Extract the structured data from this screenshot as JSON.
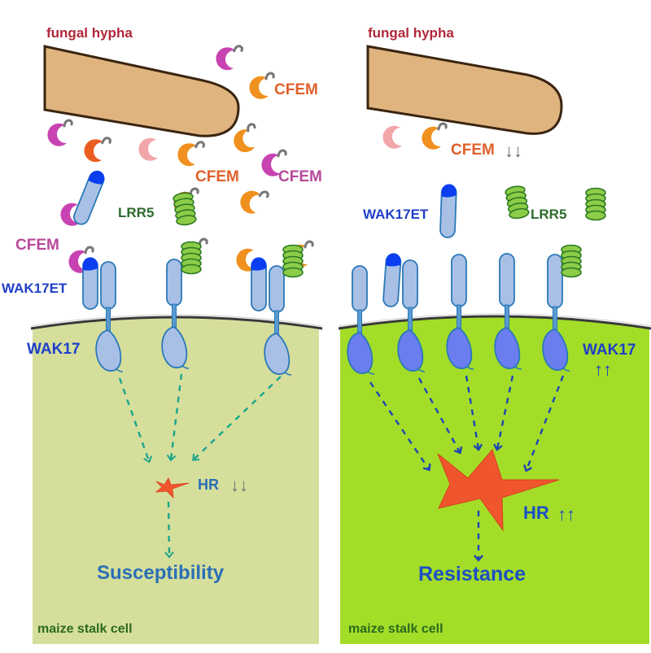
{
  "colors": {
    "hypha_fill": "#e0b47e",
    "hypha_stroke": "#3a2410",
    "cell_left": "#d6de9c",
    "cell_right": "#a3dd28",
    "receptor_ecto": "#a8c0e6",
    "receptor_kinase_left": "#a8c0e6",
    "receptor_kinase_right": "#6a7ef0",
    "receptor_stroke": "#2a78b8",
    "wak17et_cap": "#0a3ef0",
    "lrr5_fill": "#8ccc48",
    "lrr5_stroke": "#2e7a22",
    "cfem_orange": "#f0901e",
    "cfem_red": "#ea5e22",
    "cfem_magenta": "#c843b2",
    "cfem_pink": "#f2a6aa",
    "linker": "#777777",
    "hr_star": "#f0562e",
    "arrow_left": "#1aa58c",
    "arrow_right": "#1e44b4",
    "text_hypha": "#b0283a",
    "text_cfem_orange": "#e0602a",
    "text_cfem_magenta": "#b8489b",
    "text_wak": "#1f3fc8",
    "text_lrr5": "#2e6b2e",
    "text_hr_left": "#2a6fb5",
    "text_hr_right": "#1d4fc4",
    "text_cell": "#2b6a1e",
    "text_trend": "#6e6e6e"
  },
  "left_panel": {
    "condition": "susceptible",
    "hypha_label": "fungal hypha",
    "cfem_labels": [
      "CFEM",
      "CFEM",
      "CFEM",
      "CFEM"
    ],
    "lrr5_label": "LRR5",
    "wak17et_label": "WAK17ET",
    "wak17_label": "WAK17",
    "hr_label": "HR",
    "hr_trend": "↓↓",
    "outcome_label": "Susceptibility",
    "cell_label": "maize stalk cell",
    "receptor_count": 3
  },
  "right_panel": {
    "condition": "resistant",
    "hypha_label": "fungal hypha",
    "cfem_label": "CFEM",
    "cfem_trend": "↓↓",
    "lrr5_label": "LRR5",
    "wak17et_label": "WAK17ET",
    "wak17_label": "WAK17",
    "wak17_trend": "↑↑",
    "hr_label": "HR",
    "hr_trend": "↑↑",
    "outcome_label": "Resistance",
    "cell_label": "maize stalk cell",
    "receptor_count": 5
  }
}
